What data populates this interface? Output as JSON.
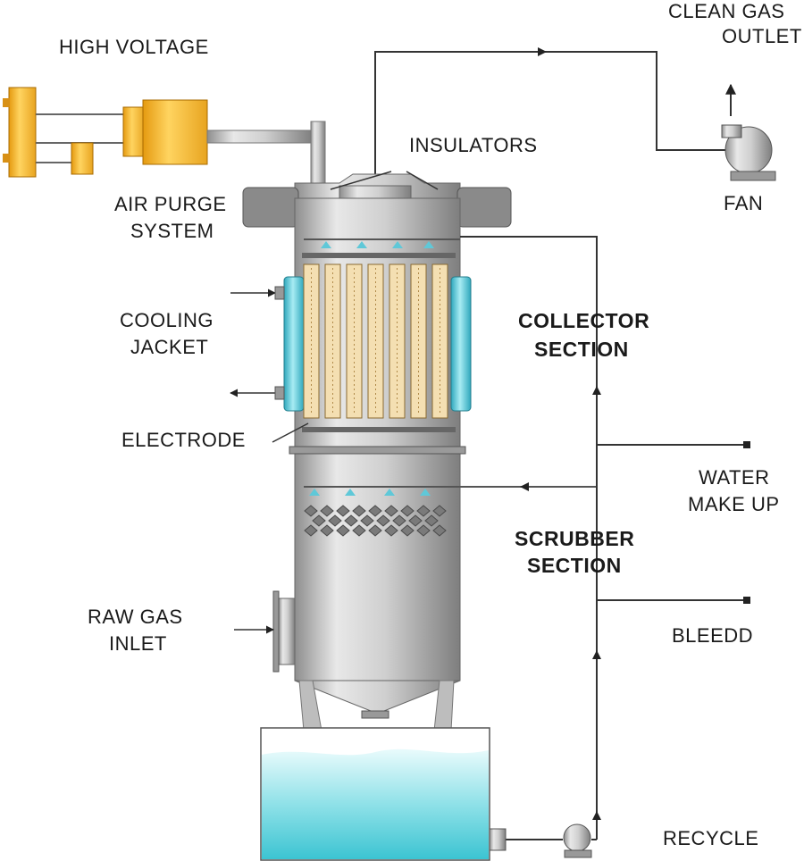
{
  "labels": {
    "high_voltage": "HIGH VOLTAGE",
    "clean_gas_outlet_1": "CLEAN GAS",
    "clean_gas_outlet_2": "OUTLET",
    "insulators": "INSULATORS",
    "fan": "FAN",
    "air_purge_1": "AIR PURGE",
    "air_purge_2": "SYSTEM",
    "cooling_jacket_1": "COOLING",
    "cooling_jacket_2": "JACKET",
    "collector_section_1": "COLLECTOR",
    "collector_section_2": "SECTION",
    "electrode": "ELECTRODE",
    "water_make_up_1": "WATER",
    "water_make_up_2": "MAKE UP",
    "scrubber_section_1": "SCRUBBER",
    "scrubber_section_2": "SECTION",
    "raw_gas_inlet_1": "RAW GAS",
    "raw_gas_inlet_2": "INLET",
    "bleed": "BLEEDD",
    "recycle": "RECYCLE"
  },
  "colors": {
    "vessel": "#c9c9c9",
    "transformer": "#f5b82e",
    "jacket": "#5fc8d8",
    "electrode": "#f4dfb2",
    "water": "#5fd3dc",
    "insulator": "#c0305a",
    "pipe": "#333333"
  }
}
